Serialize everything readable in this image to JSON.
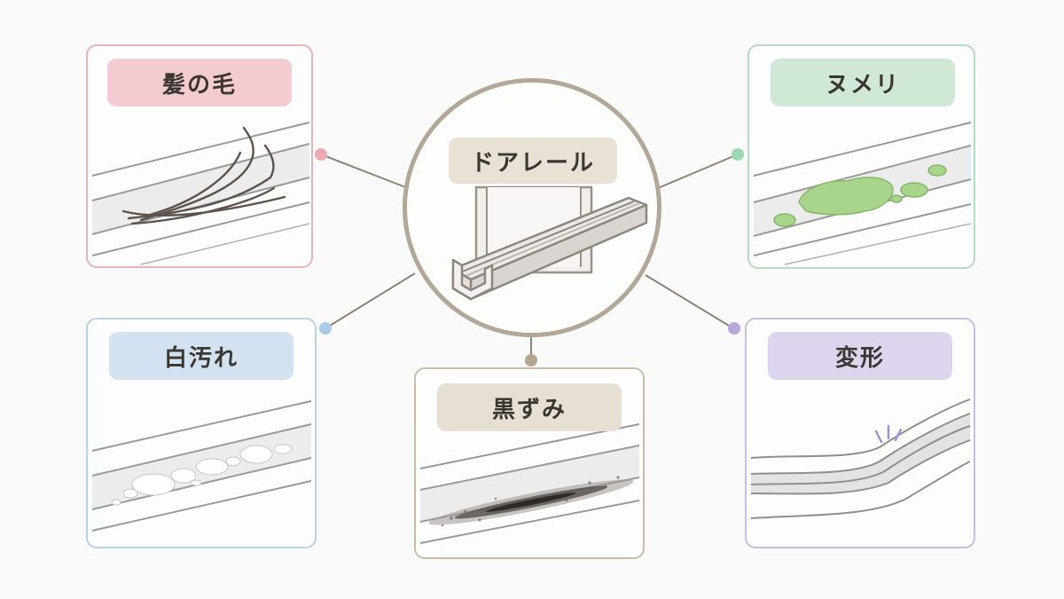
{
  "center": {
    "label": "ドアレール",
    "border_color": "#b3a897",
    "label_bg": "#e8e1d4",
    "icon": "door-rail-icon"
  },
  "cards": [
    {
      "id": "hair",
      "label": "髪の毛",
      "border_color": "#eab3b8",
      "label_bg": "#f3ccd1",
      "dot_color": "#eea8b1",
      "icon": "hair-strands-icon"
    },
    {
      "id": "slime",
      "label": "ヌメリ",
      "border_color": "#b3dcc1",
      "label_bg": "#cfe9d6",
      "dot_color": "#9dd8b3",
      "icon": "slime-icon"
    },
    {
      "id": "white-stain",
      "label": "白汚れ",
      "border_color": "#b8d2e8",
      "label_bg": "#d3e2f1",
      "dot_color": "#a9cbe8",
      "icon": "white-stain-icon"
    },
    {
      "id": "black-mold",
      "label": "黒ずみ",
      "border_color": "#c9bda9",
      "label_bg": "#e6dfd2",
      "dot_color": "#b4a792",
      "icon": "black-mold-icon"
    },
    {
      "id": "deformation",
      "label": "変形",
      "border_color": "#c8bde0",
      "label_bg": "#ddd5ee",
      "dot_color": "#b7a8db",
      "icon": "deformation-icon"
    }
  ],
  "connector_color": "#8c8478"
}
